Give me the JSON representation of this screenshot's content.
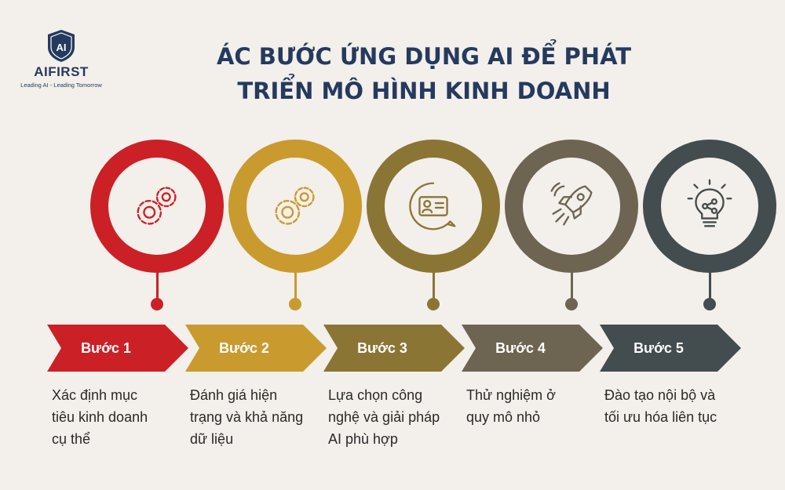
{
  "logo": {
    "mark": "AI",
    "name": "AIFIRST",
    "tagline": "Leading AI - Leading Tomorrow"
  },
  "title": {
    "line1": "ÁC BƯỚC ỨNG DỤNG AI ĐỂ PHÁT",
    "line2": "TRIỂN MÔ HÌNH KINH DOANH"
  },
  "steps": [
    {
      "label": "Bước 1",
      "icon": "gears-icon",
      "color": "#cc2027",
      "desc": [
        "Xác định mục",
        "tiêu kinh doanh",
        "cụ thể"
      ]
    },
    {
      "label": "Bước 2",
      "icon": "gears-icon",
      "color": "#c99a2e",
      "desc": [
        "Đánh giá hiện",
        "trạng và khả năng",
        "dữ liệu"
      ]
    },
    {
      "label": "Bước 3",
      "icon": "chat-card-icon",
      "color": "#8b7535",
      "desc": [
        "Lựa chọn công",
        "nghệ và giải pháp",
        "AI phù hợp"
      ]
    },
    {
      "label": "Bước 4",
      "icon": "rocket-icon",
      "color": "#6e6452",
      "desc": [
        "Thử nghiệm ở",
        "quy mô nhỏ"
      ]
    },
    {
      "label": "Bước 5",
      "icon": "lightbulb-icon",
      "color": "#434c4e",
      "desc": [
        "Đào tạo nội bộ và",
        "tối ưu hóa liên tục"
      ]
    }
  ]
}
